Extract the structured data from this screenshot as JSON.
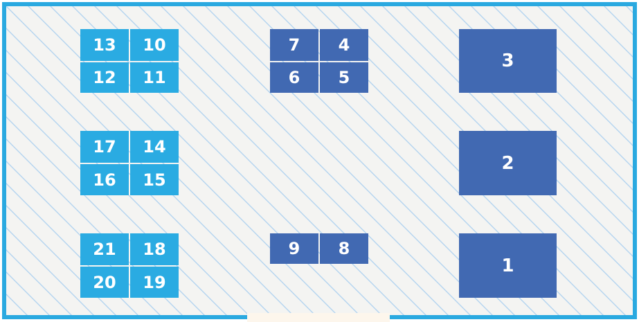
{
  "colors": {
    "floor": "#f4f4f2",
    "stripe": "#b3d4ef",
    "wall": "#2aa9e0",
    "door": "#fdf6ec",
    "light_table": "#2aabe2",
    "dark_table": "#4169b2",
    "label": "#ffffff"
  },
  "tables": [
    {
      "id": "t1",
      "label": "1",
      "tone": "dark"
    },
    {
      "id": "t2",
      "label": "2",
      "tone": "dark"
    },
    {
      "id": "t3",
      "label": "3",
      "tone": "dark"
    },
    {
      "id": "t4",
      "label": "4",
      "tone": "dark"
    },
    {
      "id": "t5",
      "label": "5",
      "tone": "dark"
    },
    {
      "id": "t6",
      "label": "6",
      "tone": "dark"
    },
    {
      "id": "t7",
      "label": "7",
      "tone": "dark"
    },
    {
      "id": "t8",
      "label": "8",
      "tone": "dark"
    },
    {
      "id": "t9",
      "label": "9",
      "tone": "dark"
    },
    {
      "id": "t10",
      "label": "10",
      "tone": "light"
    },
    {
      "id": "t11",
      "label": "11",
      "tone": "light"
    },
    {
      "id": "t12",
      "label": "12",
      "tone": "light"
    },
    {
      "id": "t13",
      "label": "13",
      "tone": "light"
    },
    {
      "id": "t14",
      "label": "14",
      "tone": "light"
    },
    {
      "id": "t15",
      "label": "15",
      "tone": "light"
    },
    {
      "id": "t16",
      "label": "16",
      "tone": "light"
    },
    {
      "id": "t17",
      "label": "17",
      "tone": "light"
    },
    {
      "id": "t18",
      "label": "18",
      "tone": "light"
    },
    {
      "id": "t19",
      "label": "19",
      "tone": "light"
    },
    {
      "id": "t20",
      "label": "20",
      "tone": "light"
    },
    {
      "id": "t21",
      "label": "21",
      "tone": "light"
    }
  ]
}
